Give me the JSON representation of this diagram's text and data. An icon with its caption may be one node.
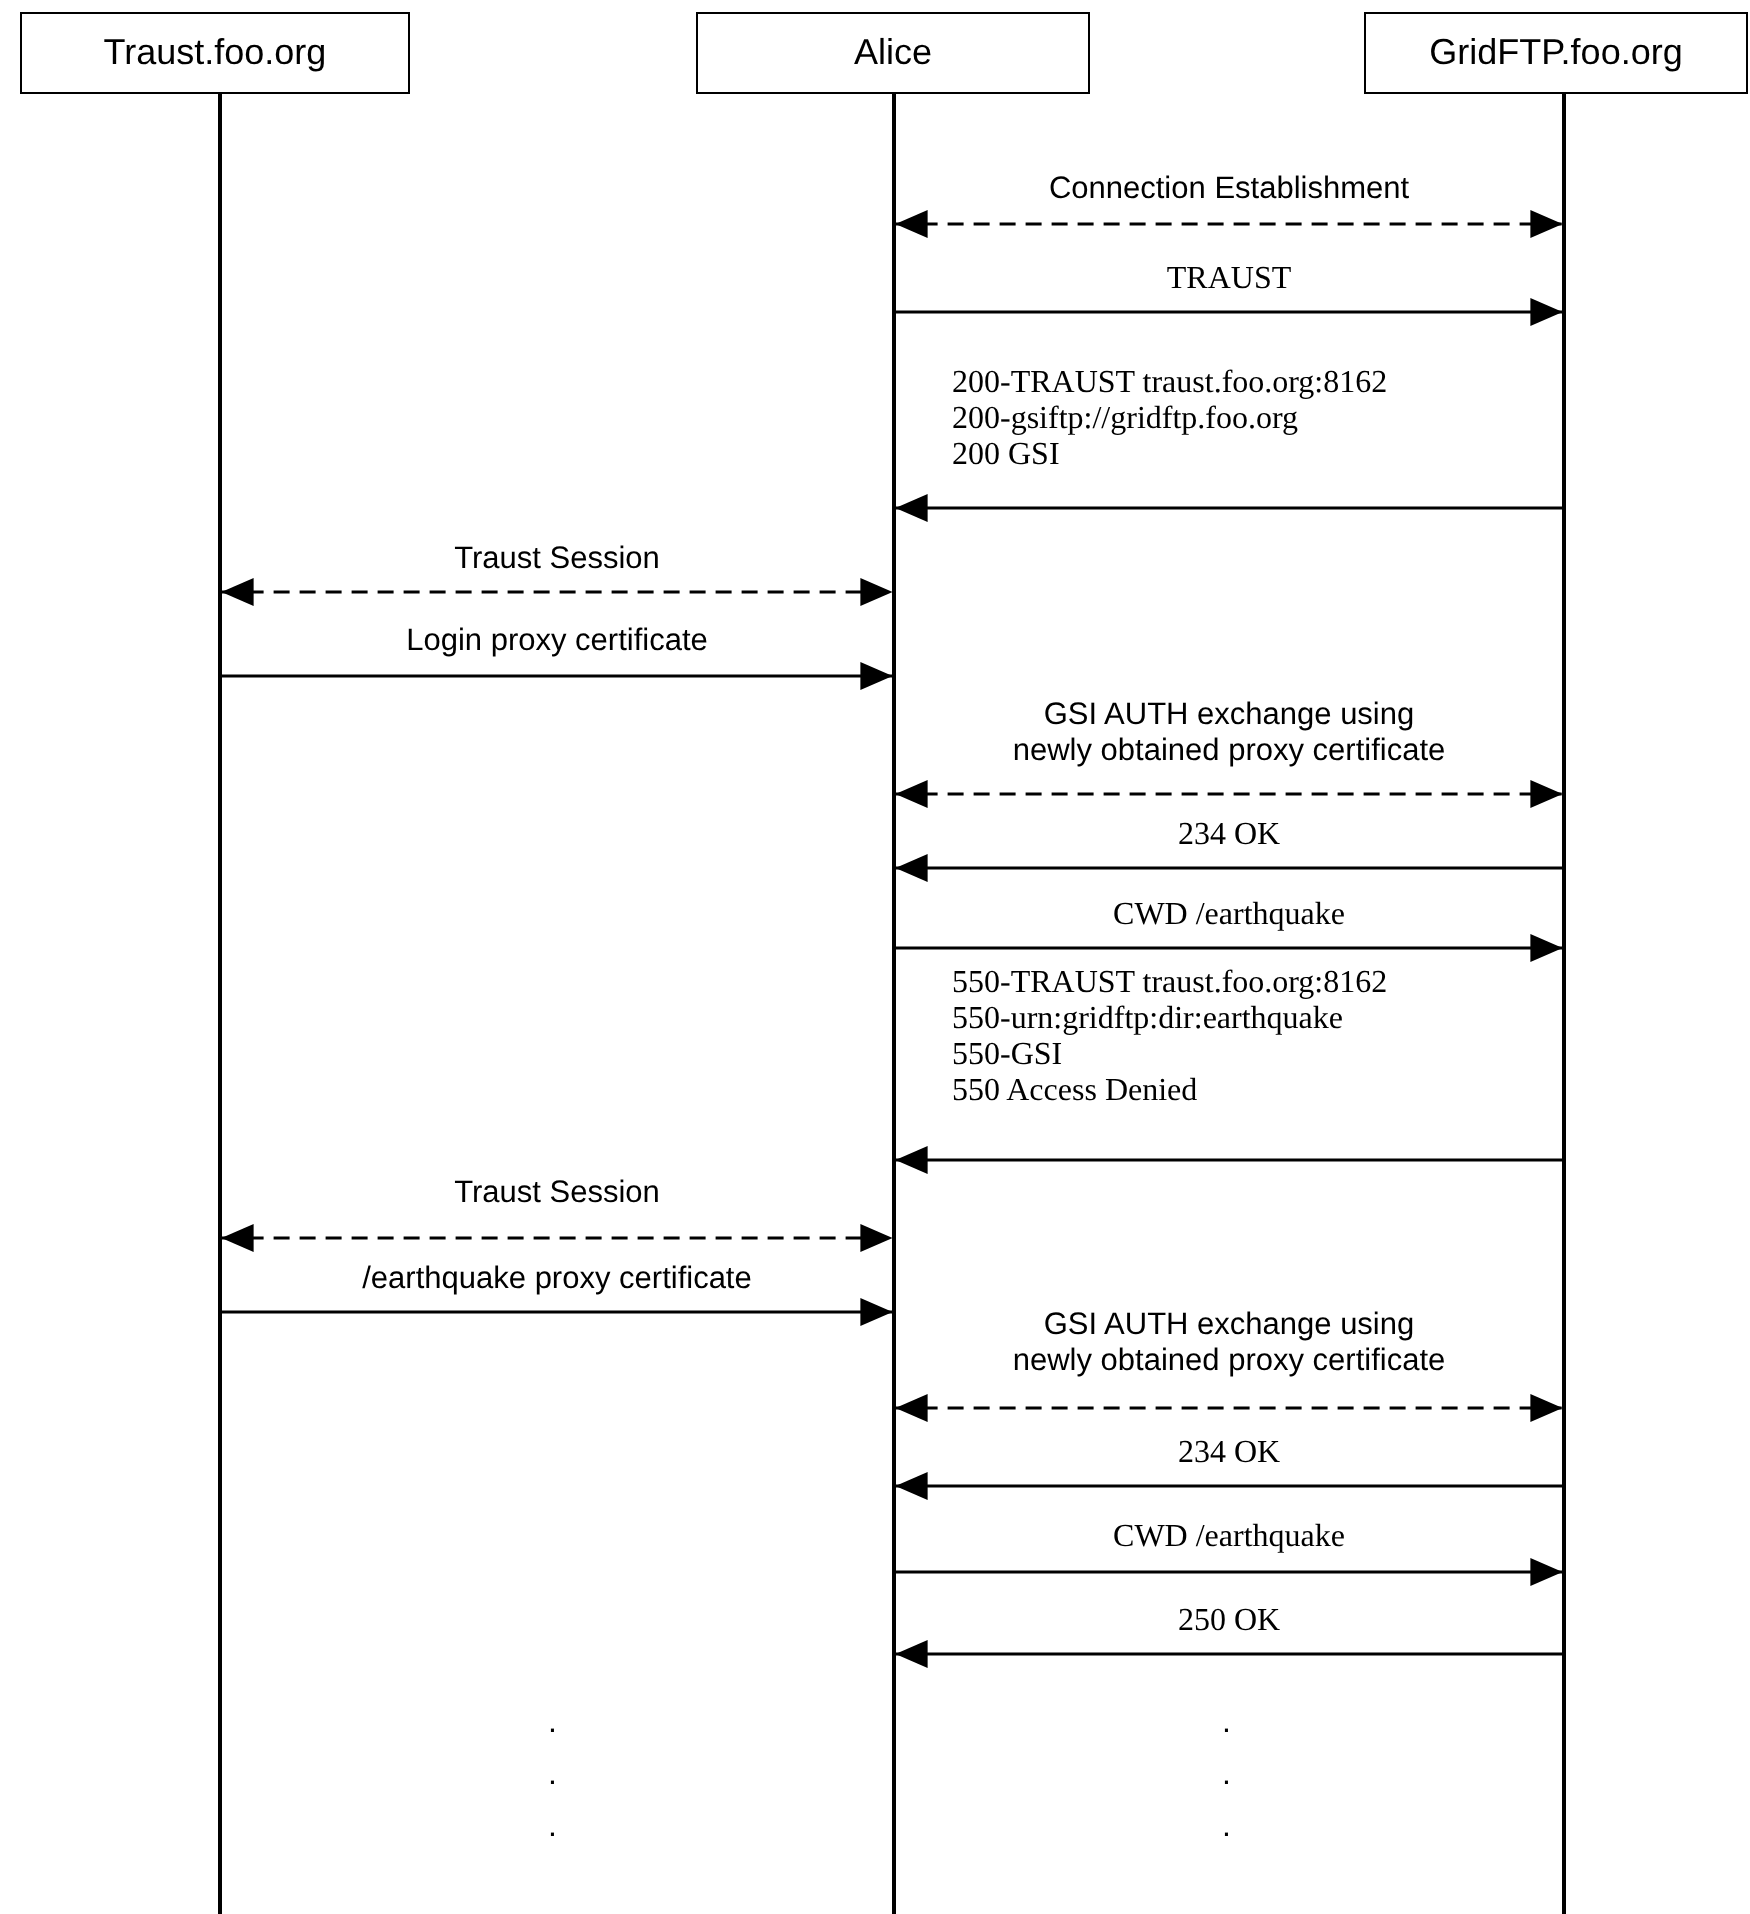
{
  "diagram": {
    "nodes": [
      {
        "text": [
          "Traust.foo.org"
        ]
      },
      {
        "text": [
          "Alice"
        ]
      },
      {
        "text": [
          "GridFTP.foo.org"
        ]
      },
      {
        "text": [],
        "shape": "line"
      },
      {
        "text": [],
        "shape": "line"
      },
      {
        "text": [],
        "shape": "line"
      }
    ],
    "edges": [
      {
        "from": 4,
        "to": 5,
        "arrow": "both",
        "style": "dashed",
        "label": "Connection Establishment"
      },
      {
        "from": 4,
        "to": 5,
        "arrow": "to",
        "label": "TRAUST"
      },
      {
        "from": 5,
        "to": 4,
        "arrow": "to",
        "label": "200-TRAUST traust.foo.org:8162 200-gsiftp://gridftp.foo.org 200 GSI"
      },
      {
        "from": 3,
        "to": 4,
        "arrow": "both",
        "style": "dashed",
        "label": "Traust Session"
      },
      {
        "from": 3,
        "to": 4,
        "arrow": "to",
        "label": "Login proxy certificate"
      },
      {
        "from": 4,
        "to": 5,
        "arrow": "both",
        "style": "dashed",
        "label": "GSI AUTH exchange using newly obtained proxy certificate"
      },
      {
        "from": 5,
        "to": 4,
        "arrow": "to",
        "label": "234 OK"
      },
      {
        "from": 4,
        "to": 5,
        "arrow": "to",
        "label": "CWD /earthquake"
      },
      {
        "from": 5,
        "to": 4,
        "arrow": "to",
        "label": "550-TRAUST traust.foo.org:8162 550-urn:gridftp:dir:earthquake 550-GSI 550 Access Denied"
      },
      {
        "from": 3,
        "to": 4,
        "arrow": "both",
        "style": "dashed",
        "label": "Traust Session"
      },
      {
        "from": 3,
        "to": 4,
        "arrow": "to",
        "label": "/earthquake proxy certificate"
      },
      {
        "from": 4,
        "to": 5,
        "arrow": "both",
        "style": "dashed",
        "label": "GSI AUTH exchange using newly obtained proxy certificate"
      },
      {
        "from": 5,
        "to": 4,
        "arrow": "to",
        "label": "234 OK"
      },
      {
        "from": 4,
        "to": 5,
        "arrow": "to",
        "label": "CWD /earthquake"
      },
      {
        "from": 5,
        "to": 4,
        "arrow": "to",
        "label": "250 OK"
      }
    ],
    "labels": [
      ".",
      ".",
      ".",
      ".",
      ".",
      "."
    ]
  }
}
